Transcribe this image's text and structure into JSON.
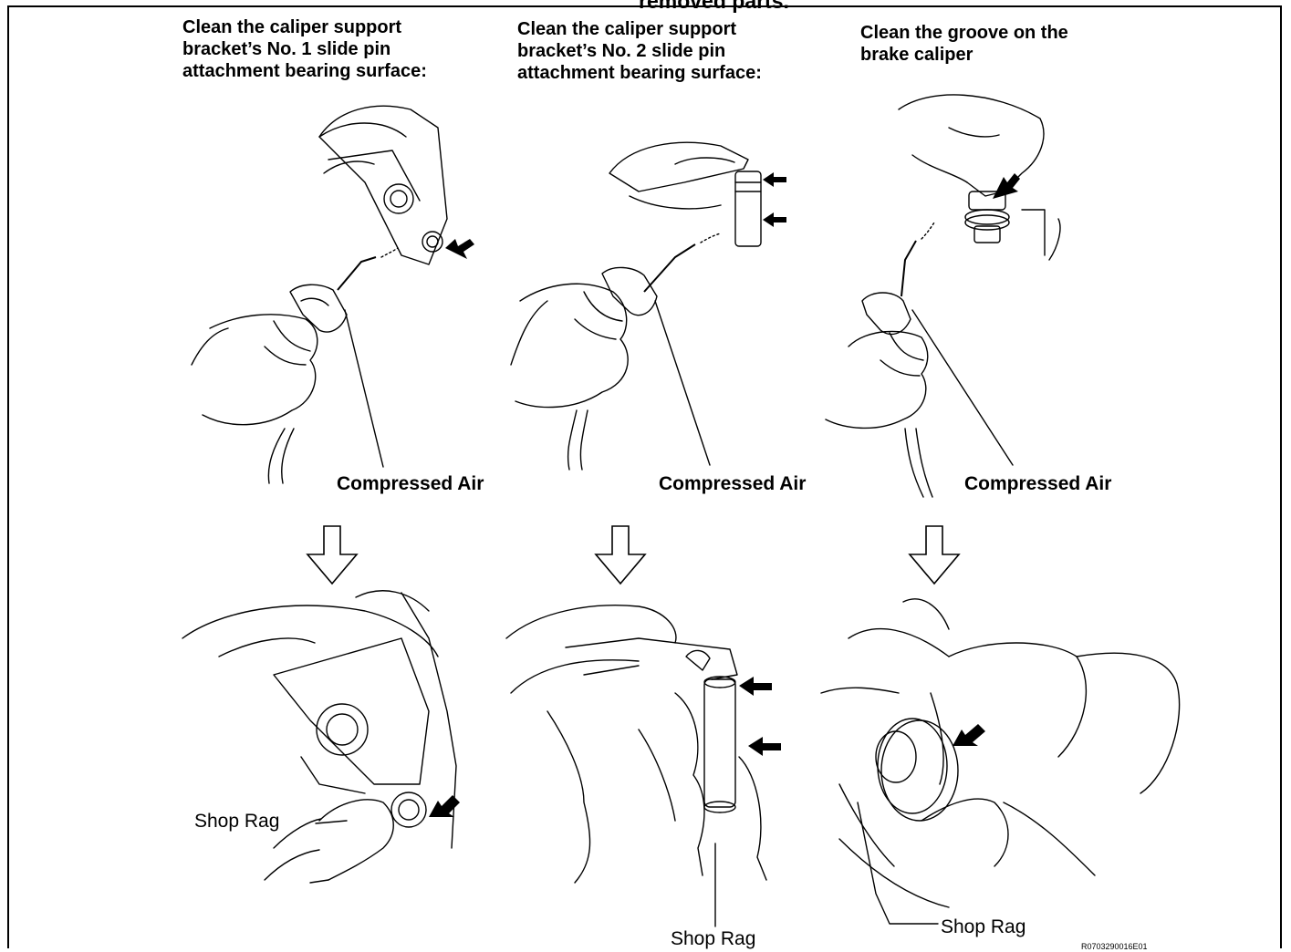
{
  "top_cut_text": "removed parts.",
  "panels": [
    {
      "heading": "Clean the caliper support\nbracket’s No. 1 slide pin\nattachment bearing surface:",
      "air_label": "Compressed Air",
      "rag_label": "Shop Rag"
    },
    {
      "heading": "Clean the caliper support\nbracket’s No. 2 slide pin\nattachment bearing surface:",
      "air_label": "Compressed Air",
      "rag_label": "Shop Rag"
    },
    {
      "heading": "Clean the groove on the\nbrake caliper",
      "air_label": "Compressed Air",
      "rag_label": "Shop Rag"
    }
  ],
  "figure_code": "R0703290016E01"
}
